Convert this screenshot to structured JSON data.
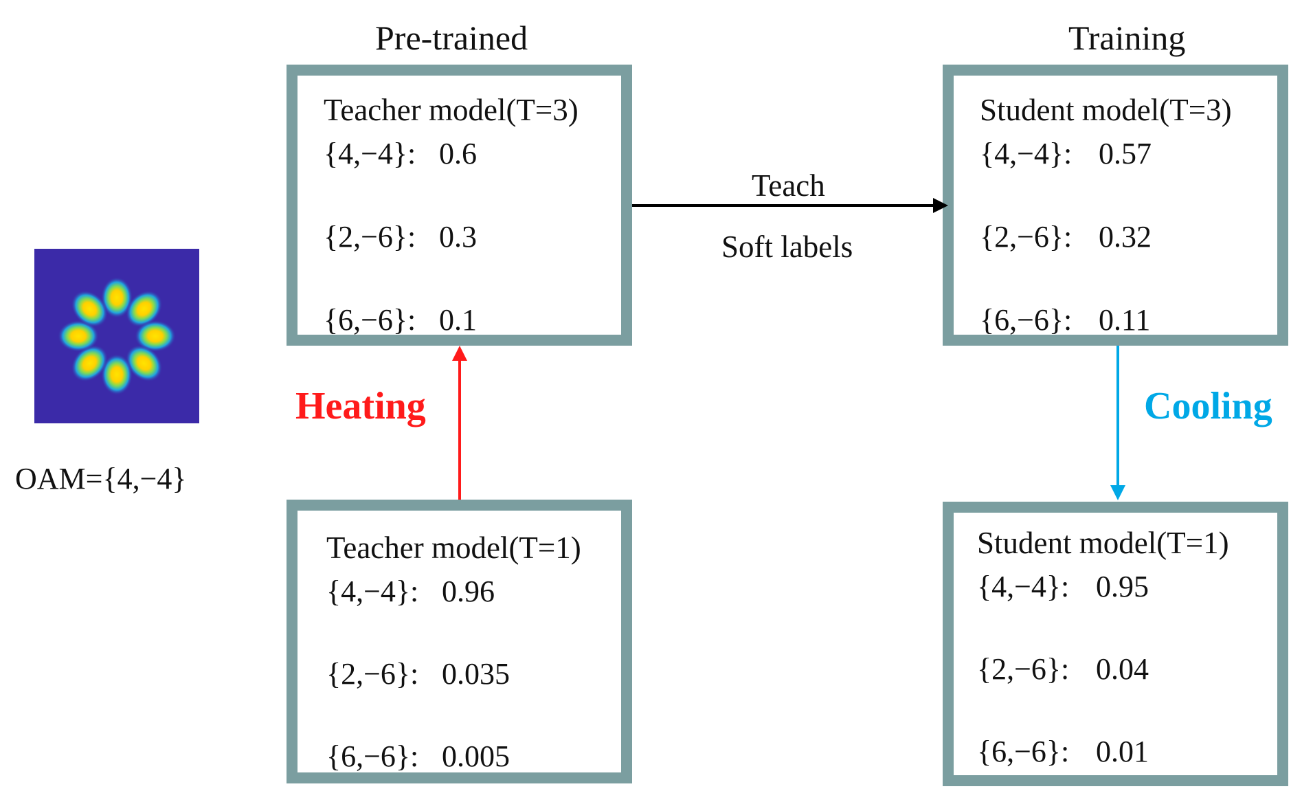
{
  "input": {
    "image": "OAM intensity pattern: eight-lobed ring, yellow lobes on a deep blue background",
    "label": "OAM={4,−4}"
  },
  "headings": {
    "pretrained": "Pre-trained",
    "training": "Training"
  },
  "models": {
    "teacher_t3": {
      "title": "Teacher model(T=3)",
      "rows": [
        {
          "label": "{4,−4}:",
          "value": "0.6"
        },
        {
          "label": "{2,−6}:",
          "value": "0.3"
        },
        {
          "label": "{6,−6}:",
          "value": "0.1"
        }
      ]
    },
    "teacher_t1": {
      "title": "Teacher model(T=1)",
      "rows": [
        {
          "label": "{4,−4}:",
          "value": "0.96"
        },
        {
          "label": "{2,−6}:",
          "value": "0.035"
        },
        {
          "label": "{6,−6}:",
          "value": "0.005"
        }
      ]
    },
    "student_t3": {
      "title": "Student model(T=3)",
      "rows": [
        {
          "label": "{4,−4}:",
          "value": "0.57"
        },
        {
          "label": "{2,−6}:",
          "value": "0.32"
        },
        {
          "label": "{6,−6}:",
          "value": "0.11"
        }
      ]
    },
    "student_t1": {
      "title": "Student model(T=1)",
      "rows": [
        {
          "label": "{4,−4}:",
          "value": "0.95"
        },
        {
          "label": "{2,−6}:",
          "value": "0.04"
        },
        {
          "label": "{6,−6}:",
          "value": "0.01"
        }
      ]
    }
  },
  "arrows": {
    "teach": {
      "label_top": "Teach",
      "label_bottom": "Soft labels",
      "color": "#000000"
    },
    "heating": {
      "label": "Heating",
      "color": "#ff1a1a"
    },
    "cooling": {
      "label": "Cooling",
      "color": "#00a8e6"
    }
  },
  "colors": {
    "box_border": "#7b9ea0",
    "pattern_background": "#3b2aa8",
    "lobe_core": "#ffe400",
    "lobe_edge": "#1fa6e0"
  }
}
